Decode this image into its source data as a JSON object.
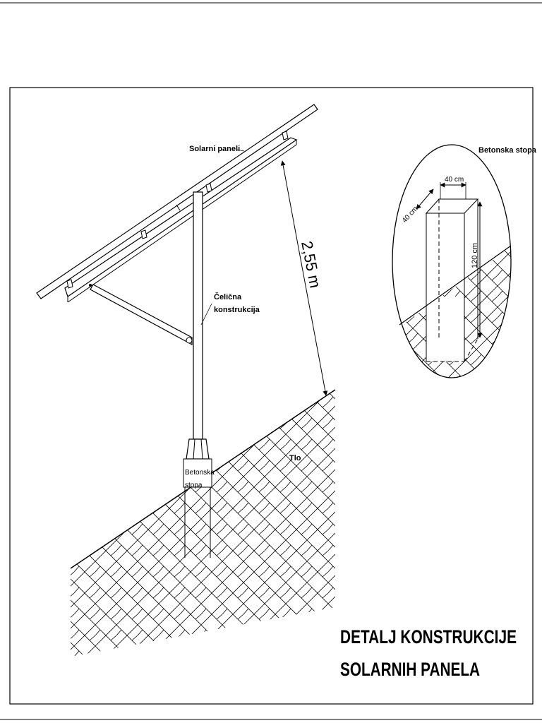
{
  "labels": {
    "solar_panels": "Solarni paneli",
    "steel_structure_line1": "Čelična",
    "steel_structure_line2": "konstrukcija",
    "height": "2,55 m",
    "foundation_line1": "Betonska",
    "foundation_line2": "stopa",
    "ground": "Tlo",
    "detail_title": "Betonska stopa",
    "width_a": "40 cm",
    "width_b": "40 cm",
    "depth": "120 cm"
  },
  "title": {
    "line1": "DETALJ KONSTRUKCIJE",
    "line2": "SOLARNIH PANELA"
  },
  "colors": {
    "ink": "#000000",
    "paper": "#ffffff"
  }
}
